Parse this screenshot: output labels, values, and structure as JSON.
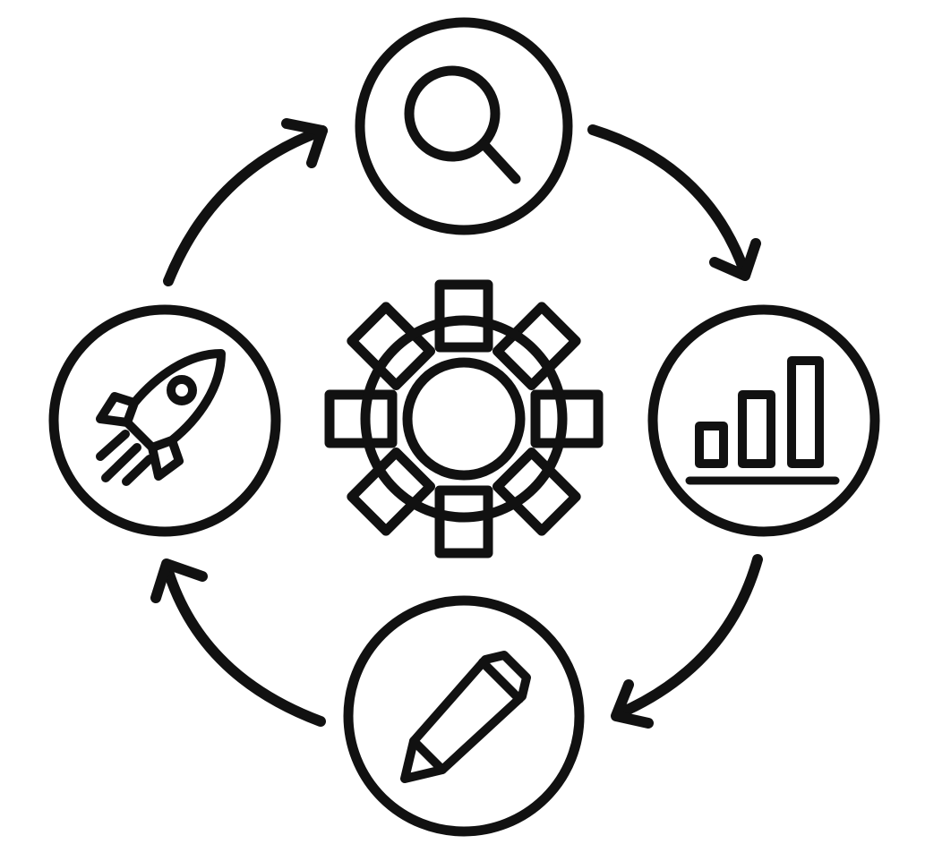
{
  "diagram": {
    "type": "cycle",
    "nodes": [
      {
        "id": "search",
        "icon": "magnifying-glass-icon"
      },
      {
        "id": "analyze",
        "icon": "bar-chart-icon"
      },
      {
        "id": "edit",
        "icon": "pencil-icon"
      },
      {
        "id": "launch",
        "icon": "rocket-icon"
      }
    ],
    "center_icon": "gear-icon",
    "edges": [
      {
        "from": "search",
        "to": "analyze"
      },
      {
        "from": "analyze",
        "to": "edit"
      },
      {
        "from": "edit",
        "to": "launch"
      },
      {
        "from": "launch",
        "to": "search"
      }
    ],
    "direction": "clockwise"
  },
  "colors": {
    "stroke": "#111111",
    "background": "#ffffff"
  }
}
